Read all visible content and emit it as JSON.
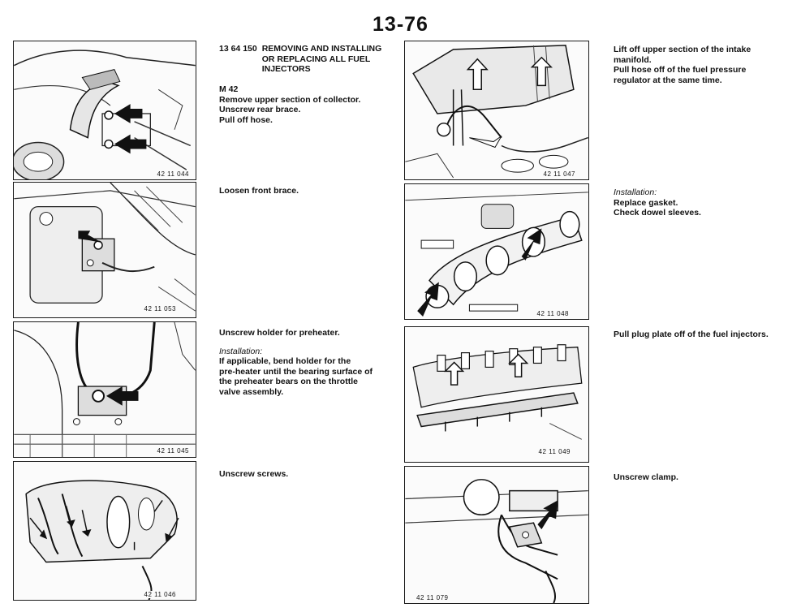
{
  "page_number": "13-76",
  "section": {
    "number": "13 64 150",
    "title": "REMOVING AND INSTALLING OR REPLACING ALL FUEL INJECTORS"
  },
  "steps": [
    {
      "figure_code": "42 11 044",
      "lines": [
        "M 42",
        "Remove upper section of collector.",
        "Unscrew rear brace.",
        "Pull off hose."
      ]
    },
    {
      "figure_code": "42 11 053",
      "lines": [
        "Loosen front brace."
      ]
    },
    {
      "figure_code": "42 11 045",
      "lines": [
        "Unscrew holder for preheater."
      ],
      "sub_label": "Installation:",
      "sub_lines": [
        "If applicable, bend holder for the",
        "pre-heater until the bearing surface of",
        "the preheater bears on the throttle",
        "valve assembly."
      ]
    },
    {
      "figure_code": "42 11 046",
      "lines": [
        "Unscrew screws."
      ]
    },
    {
      "figure_code": "42 11 047",
      "lines": [
        "Lift off upper section of the intake",
        "manifold.",
        "Pull hose off of the fuel pressure",
        "regulator at the same time."
      ]
    },
    {
      "figure_code": "42 11 048",
      "sub_label": "Installation:",
      "sub_lines": [
        "Replace gasket.",
        "Check dowel sleeves."
      ]
    },
    {
      "figure_code": "42 11 049",
      "lines": [
        "Pull plug plate off of the fuel injectors."
      ]
    },
    {
      "figure_code": "42 11 079",
      "lines": [
        "Unscrew clamp."
      ]
    }
  ]
}
